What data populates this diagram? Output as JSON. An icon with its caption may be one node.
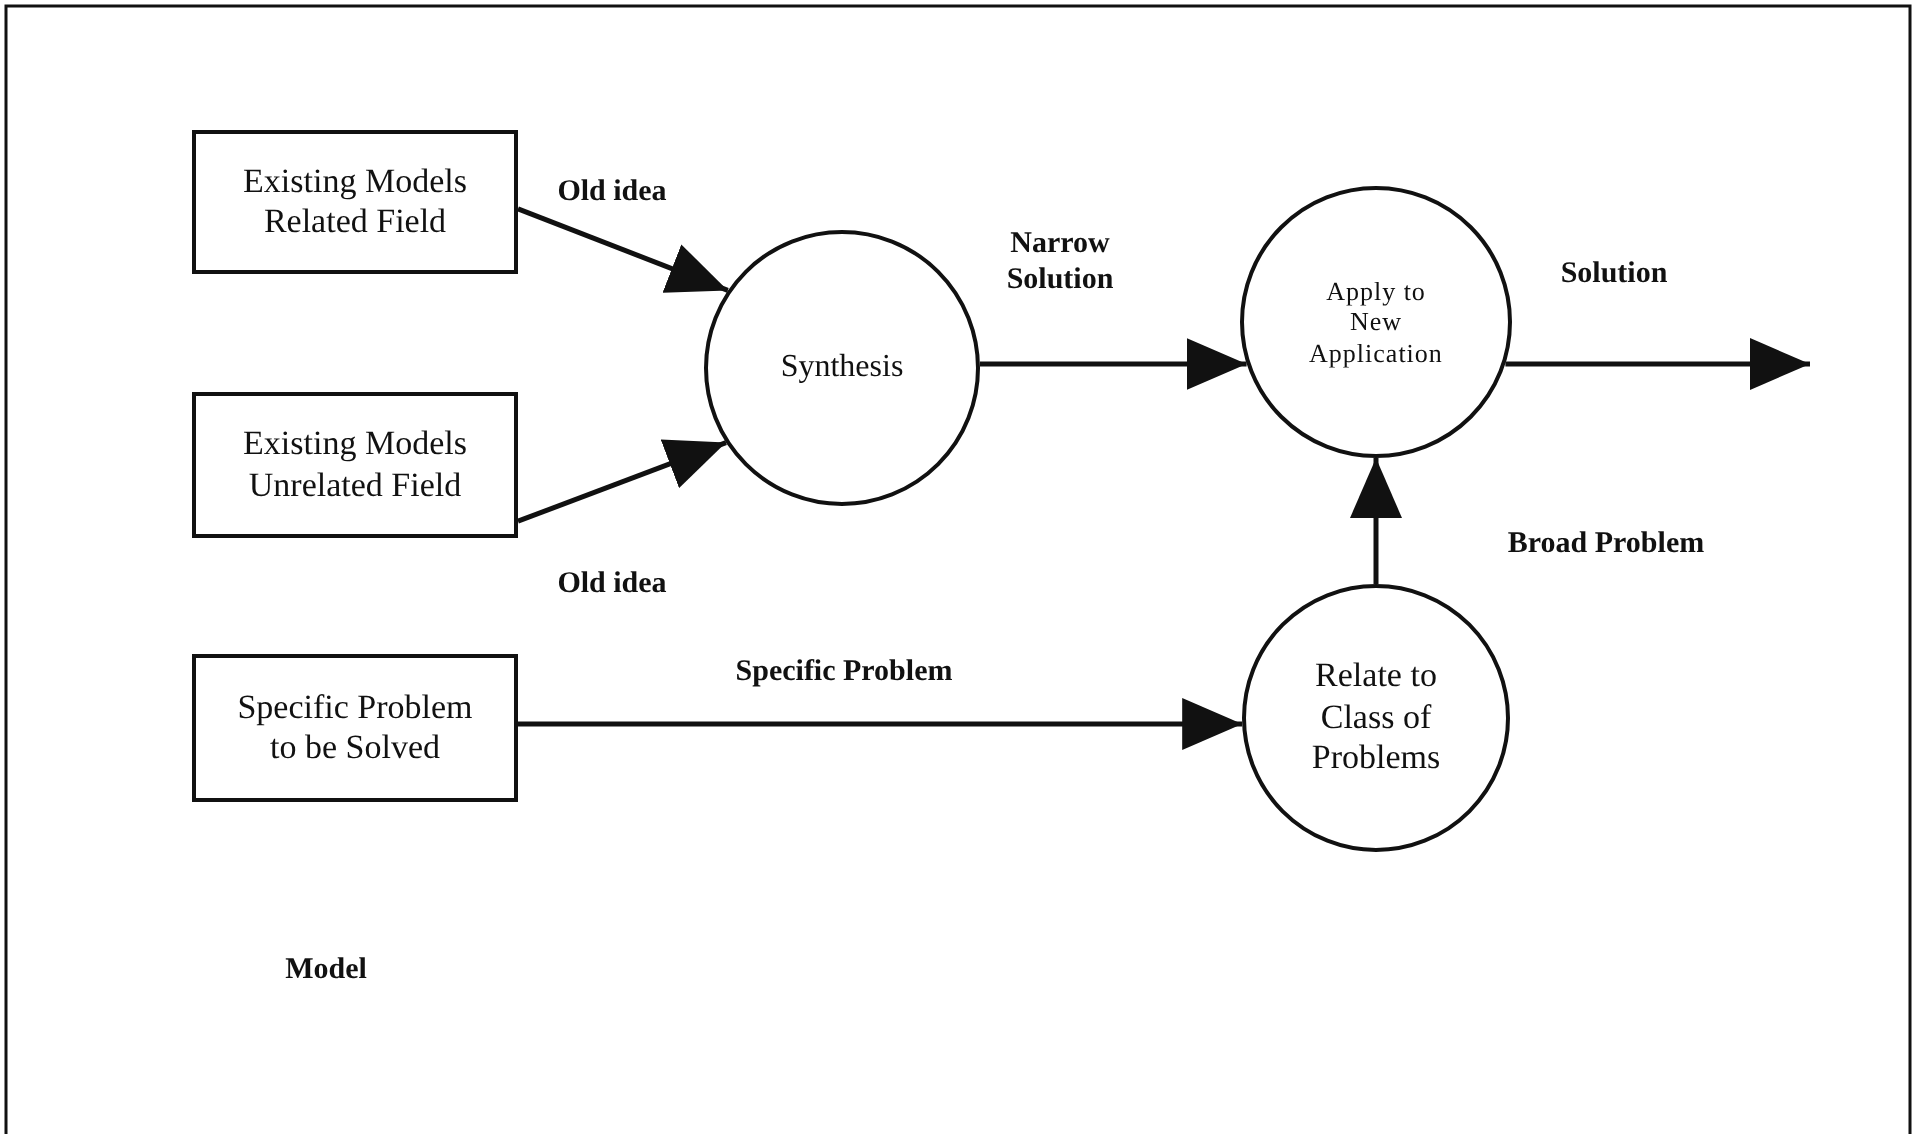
{
  "diagram": {
    "nodes": [
      {
        "text": [
          "Existing Models Related Field"
        ]
      },
      {
        "text": [
          "Existing Models Unrelated Field"
        ]
      },
      {
        "text": [
          "Specific Problem to be Solved"
        ]
      },
      {
        "text": [
          "Synthesis"
        ]
      },
      {
        "text": [
          "Apply to New Application"
        ]
      },
      {
        "text": [
          "Relate to Class of Problems"
        ]
      }
    ],
    "edges": [
      {
        "from": 0,
        "to": 3,
        "arrow": "to",
        "label": "Old idea"
      },
      {
        "from": 1,
        "to": 3,
        "arrow": "to",
        "label": "Old idea"
      },
      {
        "from": 3,
        "to": 4,
        "arrow": "to",
        "label": "Narrow Solution"
      },
      {
        "from": 4,
        "to": null,
        "arrow": "to",
        "label": "Solution"
      },
      {
        "from": 2,
        "to": 5,
        "arrow": "to",
        "label": "Specific Problem"
      },
      {
        "from": 5,
        "to": 4,
        "arrow": "to",
        "label": "Broad Problem"
      }
    ],
    "labels": [
      "Model"
    ]
  }
}
